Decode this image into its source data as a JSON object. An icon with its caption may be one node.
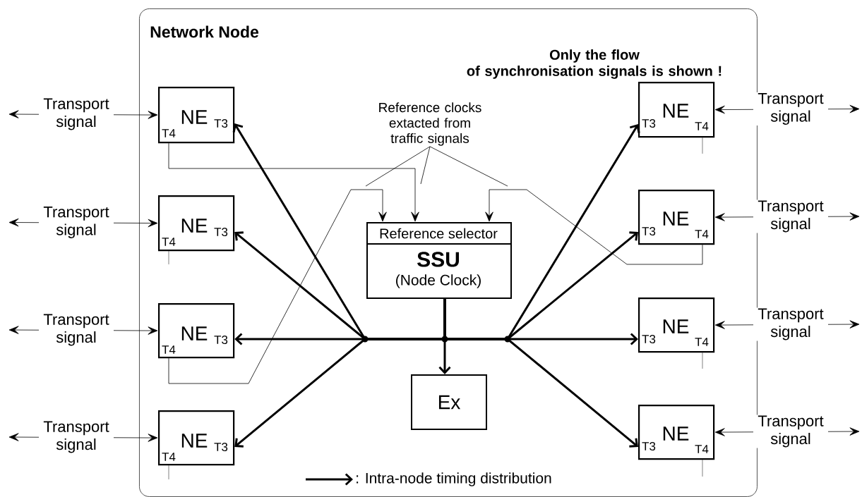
{
  "diagram": {
    "nodes": [
      {
        "text": [
          "Network Node"
        ]
      },
      {
        "text": [
          "NE",
          "T4",
          "T3"
        ],
        "in": 0
      },
      {
        "text": [
          "NE",
          "T4",
          "T3"
        ],
        "in": 0
      },
      {
        "text": [
          "NE",
          "T4",
          "T3"
        ],
        "in": 0
      },
      {
        "text": [
          "NE",
          "T4",
          "T3"
        ],
        "in": 0
      },
      {
        "text": [
          "Reference clocks extacted from traffic signals"
        ],
        "in": 0
      },
      {
        "text": [
          "Reference selector",
          "SSU",
          "(Node Clock)"
        ],
        "in": 0
      },
      {
        "text": [
          "Ex"
        ],
        "in": 0
      },
      {
        "text": [
          "NE",
          "T3",
          "T4"
        ],
        "in": 0
      },
      {
        "text": [
          "NE",
          "T3",
          "T4"
        ],
        "in": 0
      },
      {
        "text": [
          "NE",
          "T3",
          "T4"
        ],
        "in": 0
      },
      {
        "text": [
          "NE",
          "T3",
          "T4"
        ],
        "in": 0
      }
    ],
    "edges": [
      {
        "from": 6,
        "to": 1,
        "arrow": "to",
        "style": "thick"
      },
      {
        "from": 6,
        "to": 2,
        "arrow": "to",
        "style": "thick"
      },
      {
        "from": 6,
        "to": 3,
        "arrow": "to",
        "style": "thick"
      },
      {
        "from": 6,
        "to": 4,
        "arrow": "to",
        "style": "thick"
      },
      {
        "from": 6,
        "to": 7,
        "arrow": "to",
        "style": "thick"
      },
      {
        "from": 6,
        "to": 8,
        "arrow": "to",
        "style": "thick"
      },
      {
        "from": 6,
        "to": 9,
        "arrow": "to",
        "style": "thick"
      },
      {
        "from": 6,
        "to": 10,
        "arrow": "to",
        "style": "thick"
      },
      {
        "from": 6,
        "to": 11,
        "arrow": "to",
        "style": "thick"
      },
      {
        "from": 1,
        "to": 6,
        "arrow": "to"
      },
      {
        "from": 3,
        "to": 6,
        "arrow": "to"
      },
      {
        "from": 9,
        "to": 6,
        "arrow": "to"
      },
      {
        "from": null,
        "to": 1,
        "arrow": "both",
        "label": "Transport signal"
      },
      {
        "from": null,
        "to": 2,
        "arrow": "both",
        "label": "Transport signal"
      },
      {
        "from": null,
        "to": 3,
        "arrow": "both",
        "label": "Transport signal"
      },
      {
        "from": null,
        "to": 4,
        "arrow": "both",
        "label": "Transport signal"
      },
      {
        "from": null,
        "to": 8,
        "arrow": "both",
        "label": "Transport signal"
      },
      {
        "from": null,
        "to": 9,
        "arrow": "both",
        "label": "Transport signal"
      },
      {
        "from": null,
        "to": 10,
        "arrow": "both",
        "label": "Transport signal"
      },
      {
        "from": null,
        "to": 11,
        "arrow": "both",
        "label": "Transport signal"
      },
      {
        "from": 5,
        "to": null,
        "arrow": "none"
      },
      {
        "from": 5,
        "to": null,
        "arrow": "none"
      },
      {
        "from": 5,
        "to": null,
        "arrow": "none"
      }
    ],
    "labels": [
      "Only the flow of synchronisation signals is shown !"
    ],
    "legend": [
      {
        "text": ": Intra-node timing distribution"
      }
    ]
  }
}
